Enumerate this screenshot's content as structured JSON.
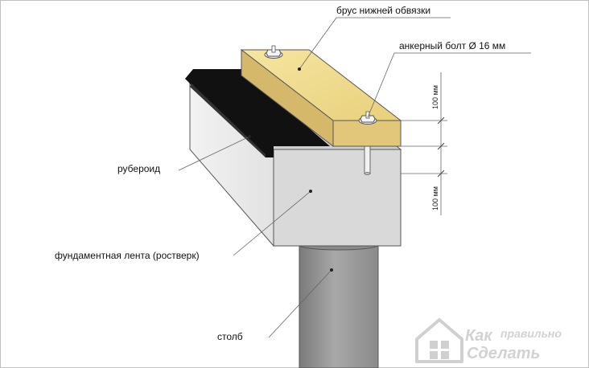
{
  "labels": {
    "beam": "брус нижней обвязки",
    "bolt": "анкерный болт Ø 16 мм",
    "roofing": "рубероид",
    "strip": "фундаментная лента (ростверк)",
    "pillar": "столб"
  },
  "dimensions": {
    "upper": "100 мм",
    "lower": "100 мм"
  },
  "watermark": {
    "line1_big": "Как",
    "line1_small": "правильно",
    "line2": "Сделать"
  },
  "colors": {
    "beam_top": "#f0dc8c",
    "beam_side": "#d6b86a",
    "concrete_front": "#d9d9d9",
    "concrete_side": "#ebebeb",
    "concrete_top": "#cfcfcf",
    "pillar": "#9e9e9e",
    "roofing": "#111111"
  }
}
